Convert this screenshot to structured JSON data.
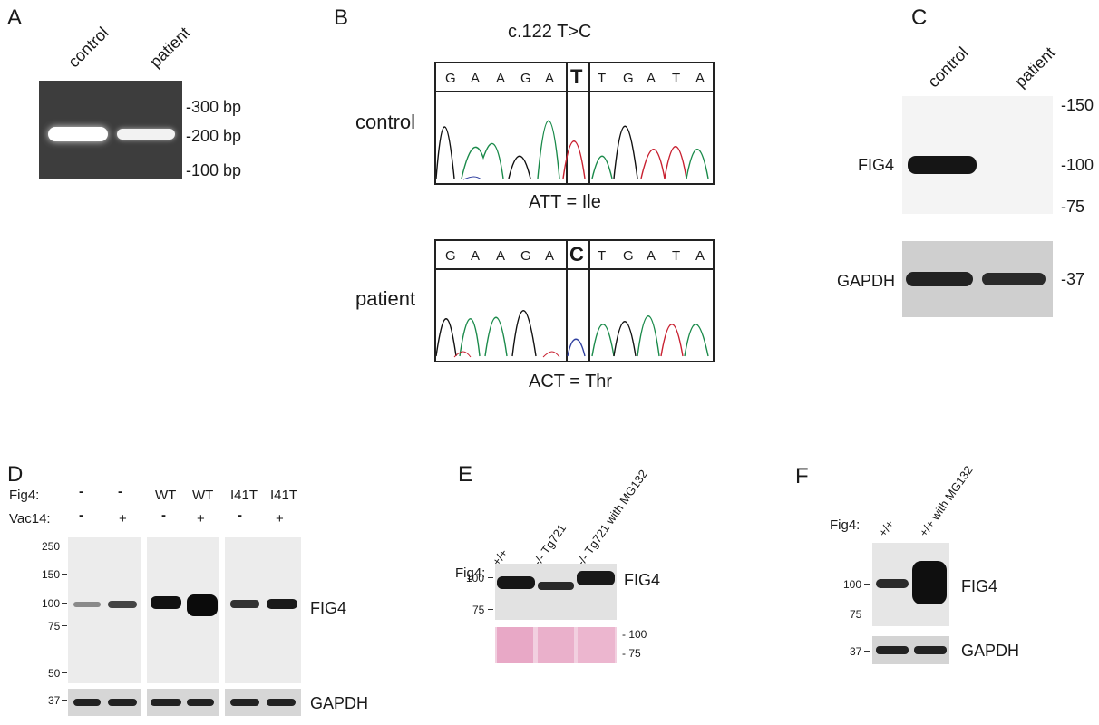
{
  "panelA": {
    "letter": "A",
    "lanes": [
      "control",
      "patient"
    ],
    "markers": [
      "-300 bp",
      "-200 bp",
      "-100 bp"
    ]
  },
  "panelB": {
    "letter": "B",
    "title": "c.122 T>C",
    "control": {
      "label": "control",
      "bases_left": [
        "G",
        "A",
        "A",
        "G",
        "A"
      ],
      "highlight": "T",
      "bases_right": [
        "T",
        "G",
        "A",
        "T",
        "A"
      ],
      "codon": "ATT = Ile"
    },
    "patient": {
      "label": "patient",
      "bases_left": [
        "G",
        "A",
        "A",
        "G",
        "A"
      ],
      "highlight": "C",
      "bases_right": [
        "T",
        "G",
        "A",
        "T",
        "A"
      ],
      "codon": "ACT = Thr"
    }
  },
  "panelC": {
    "letter": "C",
    "lanes": [
      "control",
      "patient"
    ],
    "protein1": "FIG4",
    "protein2": "GAPDH",
    "markers_top": [
      "-150",
      "-100",
      "-75"
    ],
    "marker_bottom": "-37"
  },
  "panelD": {
    "letter": "D",
    "fig4_label": "Fig4:",
    "vac14_label": "Vac14:",
    "fig4_values": [
      "-",
      "-",
      "WT",
      "WT",
      "I41T",
      "I41T"
    ],
    "vac14_values": [
      "-",
      "+",
      "-",
      "+",
      "-",
      "+"
    ],
    "mw_markers": [
      "250",
      "150",
      "100",
      "75",
      "50"
    ],
    "gapdh_marker": "37",
    "protein1": "FIG4",
    "protein2": "GAPDH"
  },
  "panelE": {
    "letter": "E",
    "fig4_label": "Fig4:",
    "lanes": [
      "+/+",
      "-/-  Tg721",
      "-/-  Tg721 with MG132"
    ],
    "mw_left": [
      "100",
      "75"
    ],
    "mw_right": [
      "- 100",
      "- 75"
    ],
    "protein1": "FIG4"
  },
  "panelF": {
    "letter": "F",
    "fig4_label": "Fig4:",
    "lanes": [
      "+/+",
      "+/+ with MG132"
    ],
    "mw_markers": [
      "100",
      "75"
    ],
    "gapdh_marker": "37",
    "protein1": "FIG4",
    "protein2": "GAPDH"
  }
}
